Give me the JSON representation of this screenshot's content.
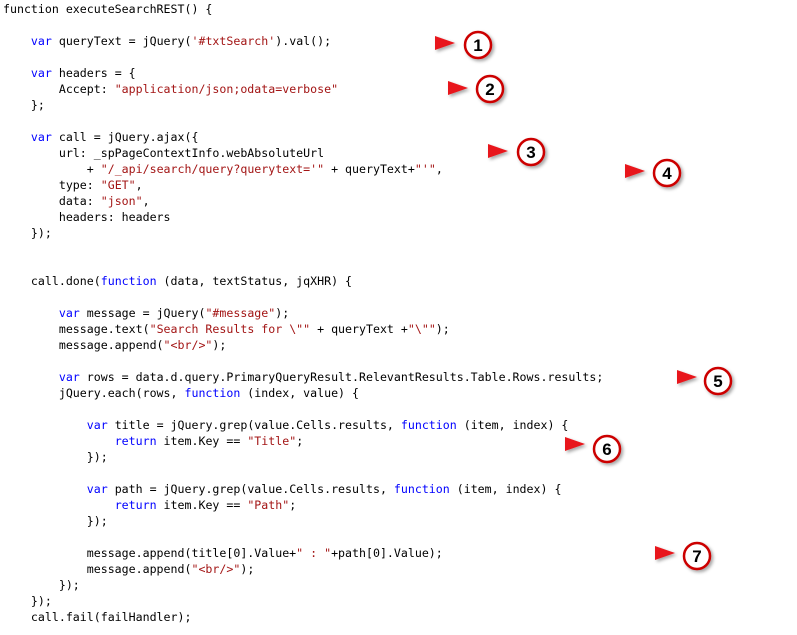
{
  "code_lines": [
    [
      [
        "t",
        "function executeSearchREST() {"
      ]
    ],
    [],
    [
      [
        "t",
        "    "
      ],
      [
        "k",
        "var"
      ],
      [
        "t",
        " queryText = jQuery("
      ],
      [
        "s",
        "'#txtSearch'"
      ],
      [
        "t",
        ").val();"
      ]
    ],
    [],
    [
      [
        "t",
        "    "
      ],
      [
        "k",
        "var"
      ],
      [
        "t",
        " headers = {"
      ]
    ],
    [
      [
        "t",
        "        Accept: "
      ],
      [
        "s",
        "\"application/json;odata=verbose\""
      ]
    ],
    [
      [
        "t",
        "    };"
      ]
    ],
    [],
    [
      [
        "t",
        "    "
      ],
      [
        "k",
        "var"
      ],
      [
        "t",
        " call = jQuery.ajax({"
      ]
    ],
    [
      [
        "t",
        "        url: _spPageContextInfo.webAbsoluteUrl"
      ]
    ],
    [
      [
        "t",
        "            + "
      ],
      [
        "s",
        "\"/_api/search/query?querytext='\""
      ],
      [
        "t",
        " + queryText+"
      ],
      [
        "s",
        "\"'\""
      ],
      [
        "t",
        ","
      ]
    ],
    [
      [
        "t",
        "        type: "
      ],
      [
        "s",
        "\"GET\""
      ],
      [
        "t",
        ","
      ]
    ],
    [
      [
        "t",
        "        data: "
      ],
      [
        "s",
        "\"json\""
      ],
      [
        "t",
        ","
      ]
    ],
    [
      [
        "t",
        "        headers: headers"
      ]
    ],
    [
      [
        "t",
        "    });"
      ]
    ],
    [],
    [],
    [
      [
        "t",
        "    call.done("
      ],
      [
        "k",
        "function"
      ],
      [
        "t",
        " (data, textStatus, jqXHR) {"
      ]
    ],
    [],
    [
      [
        "t",
        "        "
      ],
      [
        "k",
        "var"
      ],
      [
        "t",
        " message = jQuery("
      ],
      [
        "s",
        "\"#message\""
      ],
      [
        "t",
        ");"
      ]
    ],
    [
      [
        "t",
        "        message.text("
      ],
      [
        "s",
        "\"Search Results for \\\"\""
      ],
      [
        "t",
        " + queryText +"
      ],
      [
        "s",
        "\"\\\"\""
      ],
      [
        "t",
        ");"
      ]
    ],
    [
      [
        "t",
        "        message.append("
      ],
      [
        "s",
        "\"<br/>\""
      ],
      [
        "t",
        ");"
      ]
    ],
    [],
    [
      [
        "t",
        "        "
      ],
      [
        "k",
        "var"
      ],
      [
        "t",
        " rows = data.d.query.PrimaryQueryResult.RelevantResults.Table.Rows.results;"
      ]
    ],
    [
      [
        "t",
        "        jQuery.each(rows, "
      ],
      [
        "k",
        "function"
      ],
      [
        "t",
        " (index, value) {"
      ]
    ],
    [],
    [
      [
        "t",
        "            "
      ],
      [
        "k",
        "var"
      ],
      [
        "t",
        " title = jQuery.grep(value.Cells.results, "
      ],
      [
        "k",
        "function"
      ],
      [
        "t",
        " (item, index) {"
      ]
    ],
    [
      [
        "t",
        "                "
      ],
      [
        "k",
        "return"
      ],
      [
        "t",
        " item.Key == "
      ],
      [
        "s",
        "\"Title\""
      ],
      [
        "t",
        ";"
      ]
    ],
    [
      [
        "t",
        "            });"
      ]
    ],
    [],
    [
      [
        "t",
        "            "
      ],
      [
        "k",
        "var"
      ],
      [
        "t",
        " path = jQuery.grep(value.Cells.results, "
      ],
      [
        "k",
        "function"
      ],
      [
        "t",
        " (item, index) {"
      ]
    ],
    [
      [
        "t",
        "                "
      ],
      [
        "k",
        "return"
      ],
      [
        "t",
        " item.Key == "
      ],
      [
        "s",
        "\"Path\""
      ],
      [
        "t",
        ";"
      ]
    ],
    [
      [
        "t",
        "            });"
      ]
    ],
    [],
    [
      [
        "t",
        "            message.append(title[0].Value+"
      ],
      [
        "s",
        "\" : \""
      ],
      [
        "t",
        "+path[0].Value);"
      ]
    ],
    [
      [
        "t",
        "            message.append("
      ],
      [
        "s",
        "\"<br/>\""
      ],
      [
        "t",
        ");"
      ]
    ],
    [
      [
        "t",
        "        });"
      ]
    ],
    [
      [
        "t",
        "    });"
      ]
    ],
    [
      [
        "t",
        "    call.fail(failHandler);"
      ]
    ]
  ],
  "annotations": [
    {
      "label": "1"
    },
    {
      "label": "2"
    },
    {
      "label": "3"
    },
    {
      "label": "4"
    },
    {
      "label": "5"
    },
    {
      "label": "6"
    },
    {
      "label": "7"
    }
  ],
  "colors": {
    "keyword": "#0000ff",
    "string": "#a31515",
    "text": "#000000",
    "arrow": "#e8161b",
    "badge_fill": "#ffffff",
    "badge_border": "#cc0000"
  }
}
